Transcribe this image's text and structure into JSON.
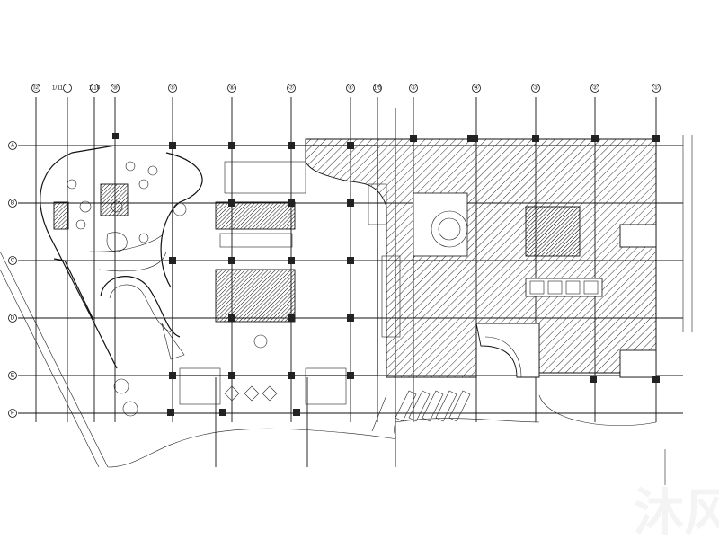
{
  "drawing": {
    "type": "architectural floor plan (CAD)",
    "column_axes": [
      "⑫",
      "⑪",
      "⑩",
      "⑩",
      "⑨",
      "⑧",
      "⑦",
      "⑥",
      "⑤",
      "⑤",
      "④",
      "③",
      "②",
      "①"
    ],
    "row_axes": [
      "A",
      "B",
      "C",
      "D",
      "E",
      "F"
    ],
    "labels": {
      "axis_11": "1/11",
      "axis_10": "1/10",
      "axis_5": "1/5"
    },
    "watermark": "沐风网"
  },
  "colors": {
    "line": "#111111",
    "hatch": "#333333",
    "background": "#ffffff"
  }
}
